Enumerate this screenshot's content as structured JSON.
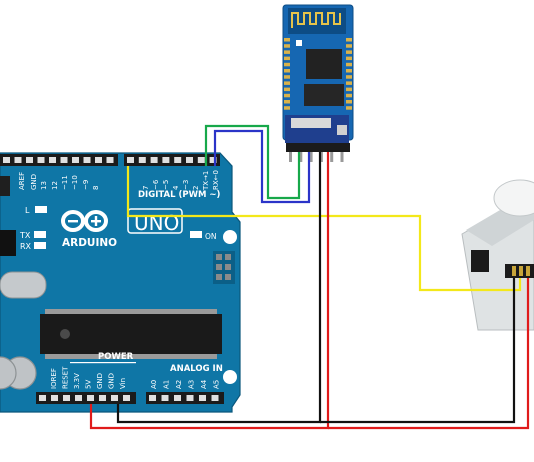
{
  "board": {
    "logo_text": "ARDUINO",
    "model_text": "UNO",
    "digital_label": "DIGITAL (PWM ~)",
    "power_label": "POWER",
    "analog_label": "ANALOG IN",
    "on_label": "ON",
    "l_label": "L",
    "tx_label": "TX",
    "rx_label": "RX",
    "top_pins": [
      "AREF",
      "GND",
      "13",
      "12",
      "~11",
      "~10",
      "~9",
      "8",
      "7",
      "~6",
      "~5",
      "4",
      "~3",
      "2",
      "TX→1",
      "RX←0"
    ],
    "bottom_power_pins": [
      "IOREF",
      "RESET",
      "3.3V",
      "5V",
      "GND",
      "GND",
      "Vin"
    ],
    "bottom_analog_pins": [
      "A0",
      "A1",
      "A2",
      "A3",
      "A4",
      "A5"
    ]
  },
  "bluetooth_module": {
    "pin_count": 6
  },
  "pir_sensor": {
    "pin_count": 3
  },
  "wires": [
    {
      "name": "green",
      "color": "#17a84a"
    },
    {
      "name": "blue",
      "color": "#2b34c8"
    },
    {
      "name": "yellow",
      "color": "#f3e81a"
    },
    {
      "name": "red",
      "color": "#e01b1b"
    },
    {
      "name": "black",
      "color": "#111111"
    }
  ],
  "colors": {
    "board": "#0f76a6",
    "board_dark": "#0b5f87",
    "header": "#1b1b1b",
    "bt_board": "#1667b2",
    "bt_chip": "#222222",
    "pir_body": "#dfe3e4",
    "pir_dome": "#f4f5f5"
  }
}
